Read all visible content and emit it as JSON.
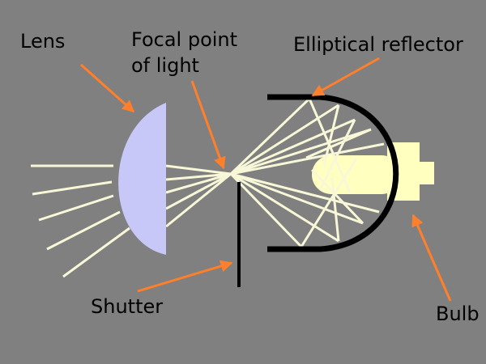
{
  "labels": {
    "lens": "Lens",
    "focal_line1": "Focal point",
    "focal_line2": "of light",
    "reflector": "Elliptical reflector",
    "shutter": "Shutter",
    "bulb": "Bulb"
  },
  "colors": {
    "background": "#808080",
    "lens": "#c8c8f8",
    "rays": "#f8f8d8",
    "bulb": "#ffffc0",
    "arrow": "#ff7f2a",
    "reflector": "#000000"
  }
}
